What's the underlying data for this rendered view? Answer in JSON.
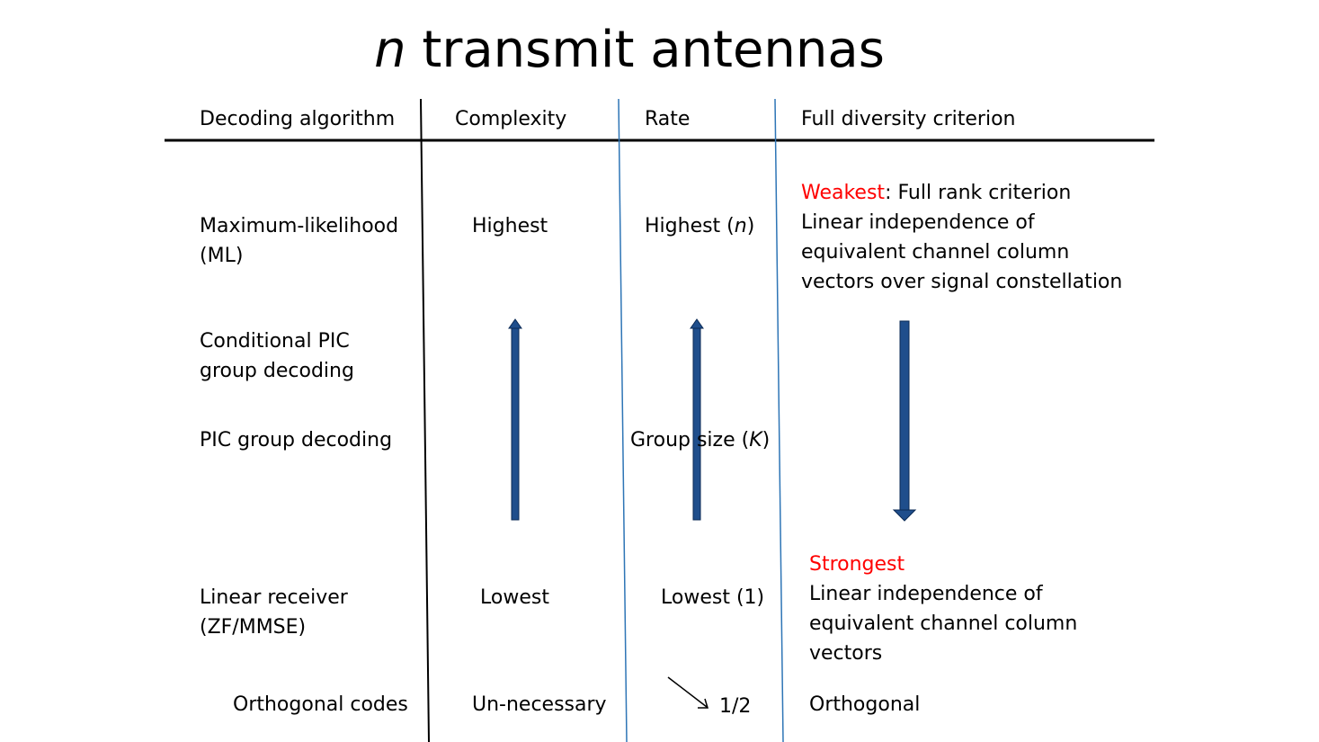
{
  "title": {
    "var": "n",
    "rest": " transmit antennas"
  },
  "headers": {
    "algo": "Decoding algorithm",
    "complexity": "Complexity",
    "rate": "Rate",
    "diversity": "Full diversity criterion"
  },
  "rows": {
    "ml": {
      "algo_l1": "Maximum-likelihood",
      "algo_l2": "(ML)",
      "complexity": "Highest",
      "rate_pre": "Highest (",
      "rate_var": "n",
      "rate_post": ")",
      "div_red": "Weakest",
      "div_l1_rest": ": Full rank criterion",
      "div_l2": "Linear independence of",
      "div_l3": "equivalent channel column",
      "div_l4": "vectors over signal constellation"
    },
    "cond_pic": {
      "algo_l1": "Conditional PIC",
      "algo_l2": "group decoding"
    },
    "pic": {
      "algo": "PIC  group decoding",
      "rate_pre": "Group size (",
      "rate_var": "K",
      "rate_post": ")"
    },
    "linear": {
      "algo_l1": "Linear receiver",
      "algo_l2": "(ZF/MMSE)",
      "complexity": "Lowest",
      "rate": "Lowest (1)",
      "div_red": "Strongest",
      "div_l2": "Linear independence of",
      "div_l3": "equivalent channel column",
      "div_l4": "vectors"
    },
    "orth": {
      "algo": "Orthogonal codes",
      "complexity": "Un-necessary",
      "rate": "1/2",
      "diversity": "Orthogonal"
    }
  },
  "colors": {
    "red_text": "#ff0000",
    "arrow_fill": "#1f4e8c",
    "arrow_stroke": "#0b2a55",
    "divider_blue": "#2e75b6"
  }
}
